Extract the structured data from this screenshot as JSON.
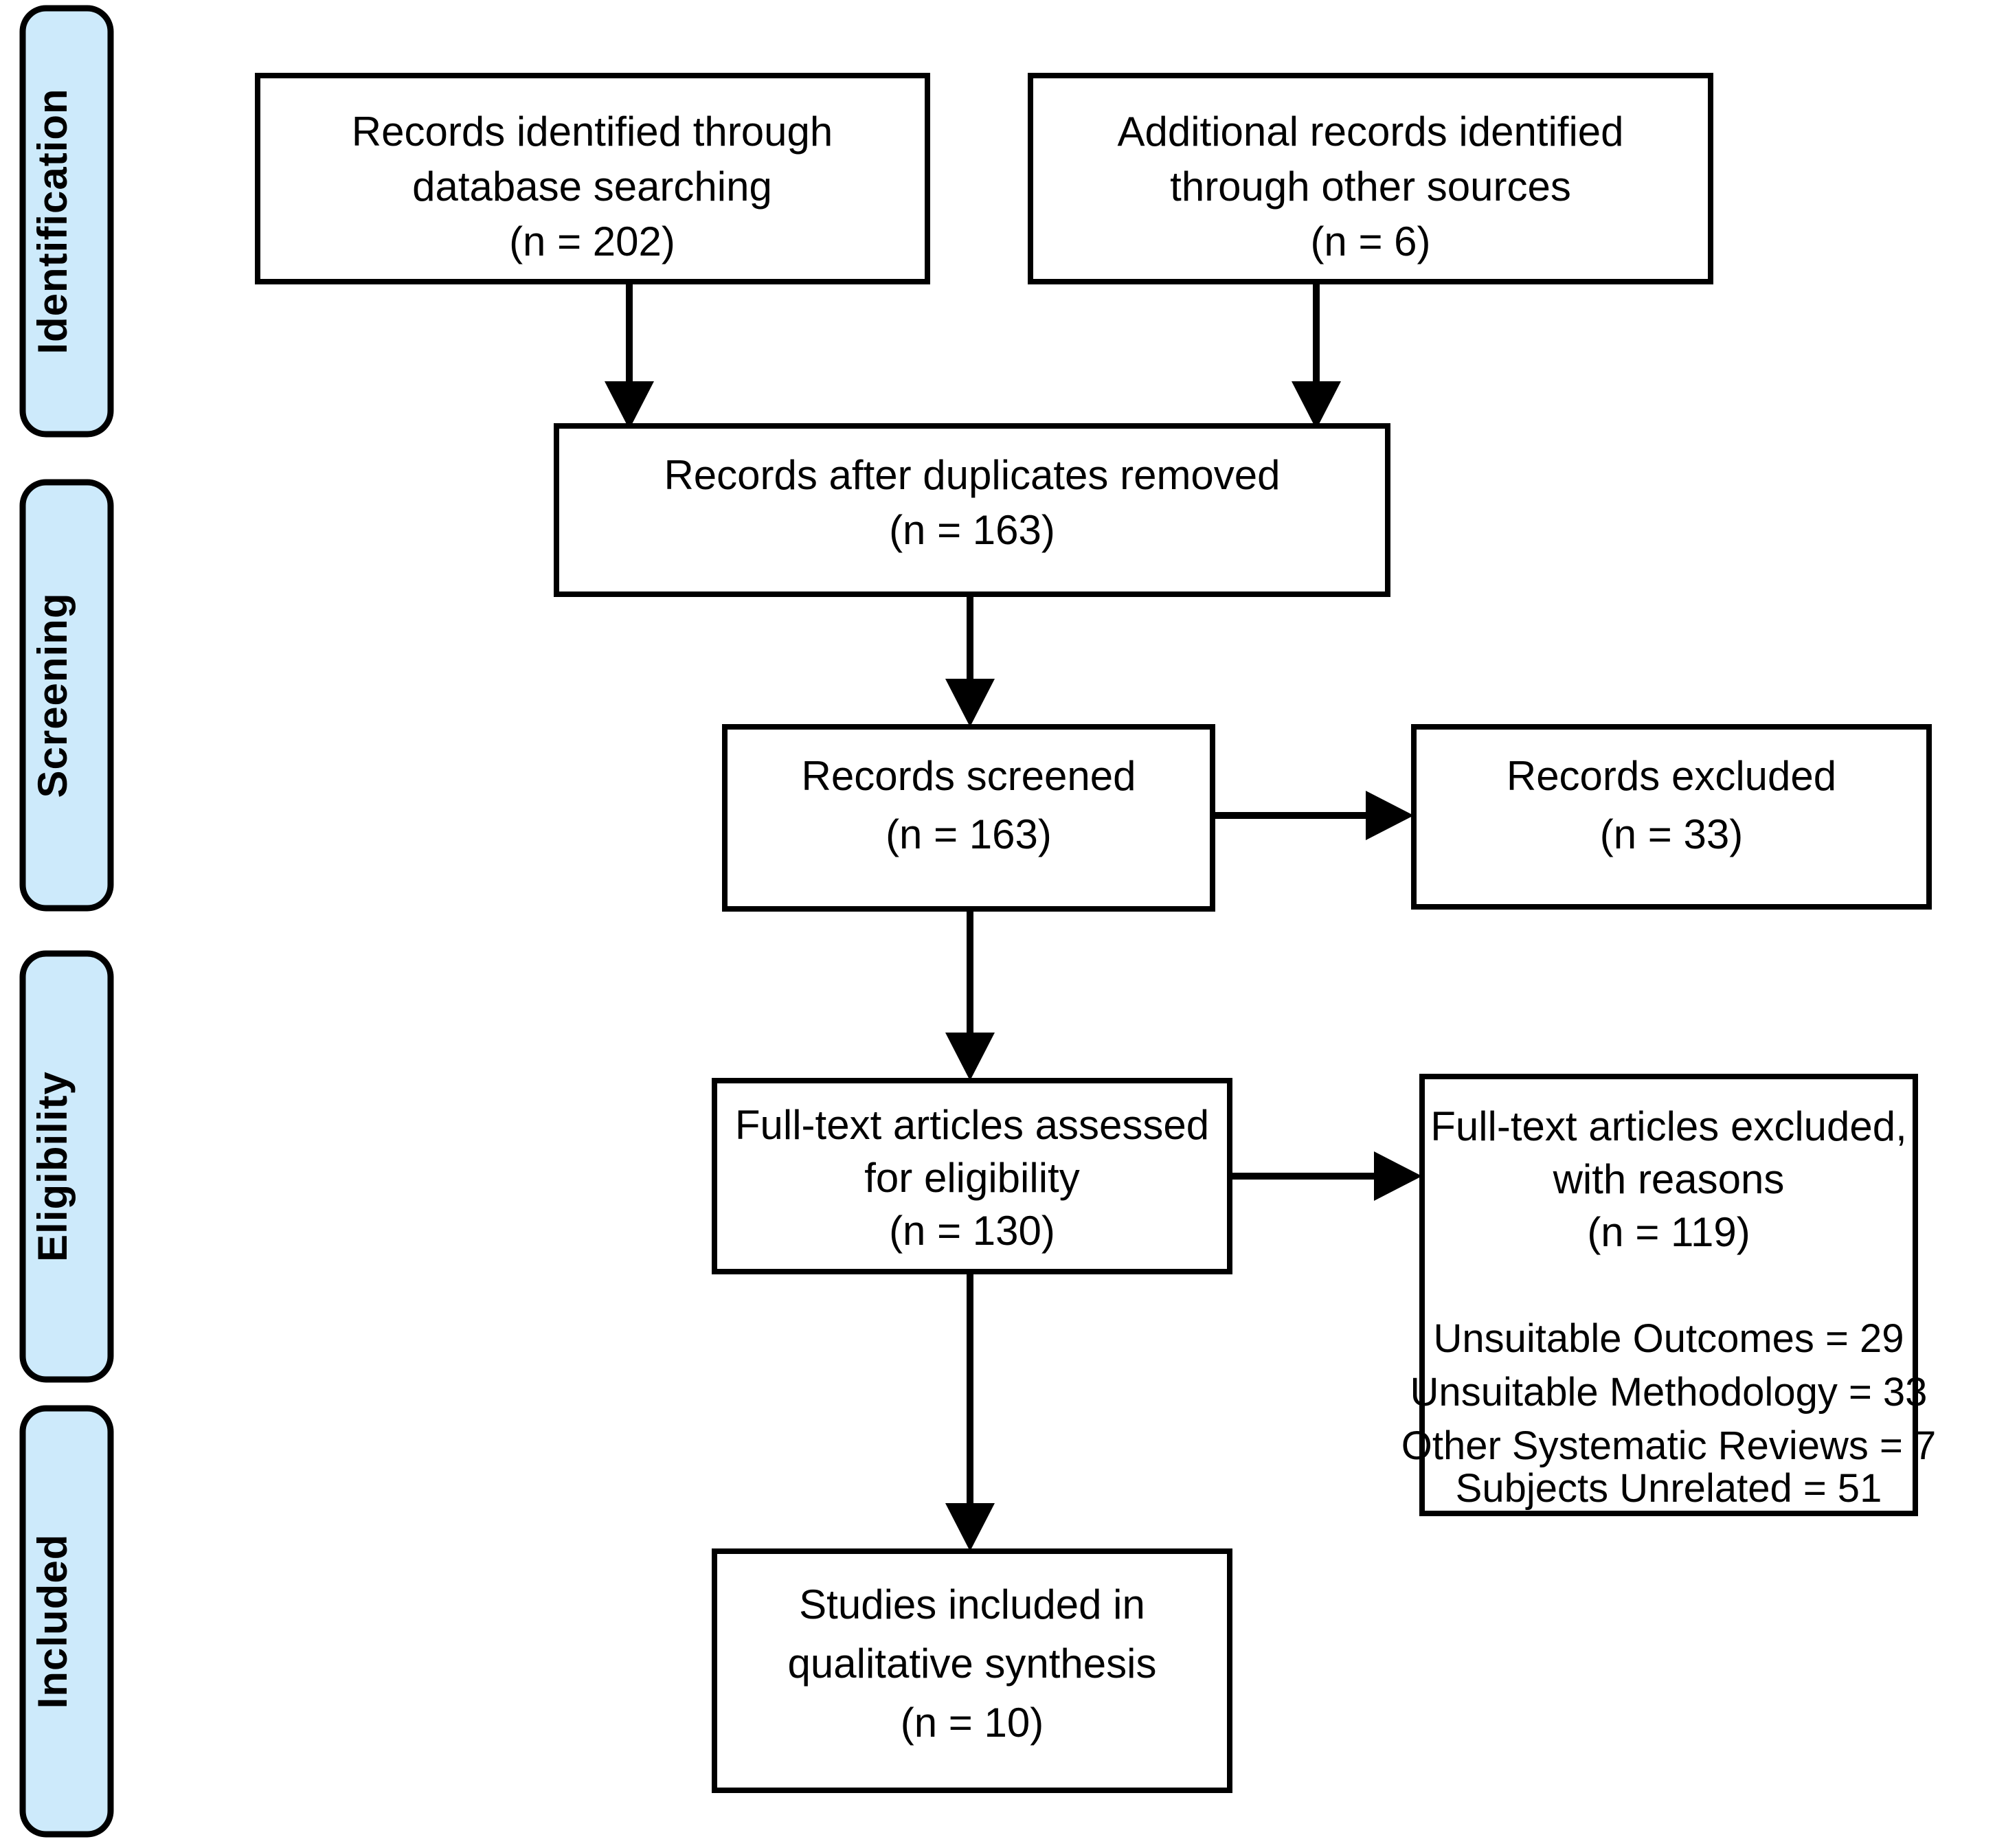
{
  "diagram": {
    "title": "PRISMA Flow Diagram",
    "type": "prisma-flow-diagram",
    "colors": {
      "stage_pill_fill": "#cdeafb",
      "stage_pill_border": "#000000",
      "box_fill": "#ffffff",
      "box_border": "#000000",
      "text": "#000000",
      "background": "#ffffff"
    }
  },
  "stages": [
    {
      "id": "identification",
      "label": "Identification"
    },
    {
      "id": "screening",
      "label": "Screening"
    },
    {
      "id": "eligibility",
      "label": "Eligibility"
    },
    {
      "id": "included",
      "label": "Included"
    }
  ],
  "boxes": {
    "database_search": {
      "id": "records-identified-database",
      "line1": "Records identified through",
      "line2": "database searching",
      "count_line": "(n = 202)",
      "n": 202
    },
    "other_sources": {
      "id": "additional-records-other-sources",
      "line1": "Additional records identified",
      "line2": "through other sources",
      "count_line": "(n = 6)",
      "n": 6
    },
    "duplicates_removed": {
      "id": "records-after-duplicates-removed",
      "line1": "Records after duplicates removed",
      "count_line": "(n = 163)",
      "n": 163
    },
    "records_screened": {
      "id": "records-screened",
      "line1": "Records screened",
      "count_line": "(n = 163)",
      "n": 163
    },
    "records_excluded": {
      "id": "records-excluded",
      "line1": "Records excluded",
      "count_line": "(n = 33)",
      "n": 33
    },
    "fulltext_assessed": {
      "id": "fulltext-articles-assessed",
      "line1": "Full-text articles assessed",
      "line2": "for eligibility",
      "count_line": "(n = 130)",
      "n": 130
    },
    "fulltext_excluded": {
      "id": "fulltext-articles-excluded",
      "line1": "Full-text articles excluded,",
      "line2": "with reasons",
      "count_line": "(n = 119)",
      "n": 119,
      "reasons": [
        "Unsuitable Outcomes = 29",
        "Unsuitable Methodology = 33",
        "Other Systematic Reviews = 7",
        "Subjects Unrelated = 51"
      ],
      "reason_values": [
        29,
        33,
        7,
        51
      ]
    },
    "studies_included": {
      "id": "studies-included-qualitative",
      "line1": "Studies included in",
      "line2": "qualitative synthesis",
      "count_line": "(n = 10)",
      "n": 10
    }
  }
}
